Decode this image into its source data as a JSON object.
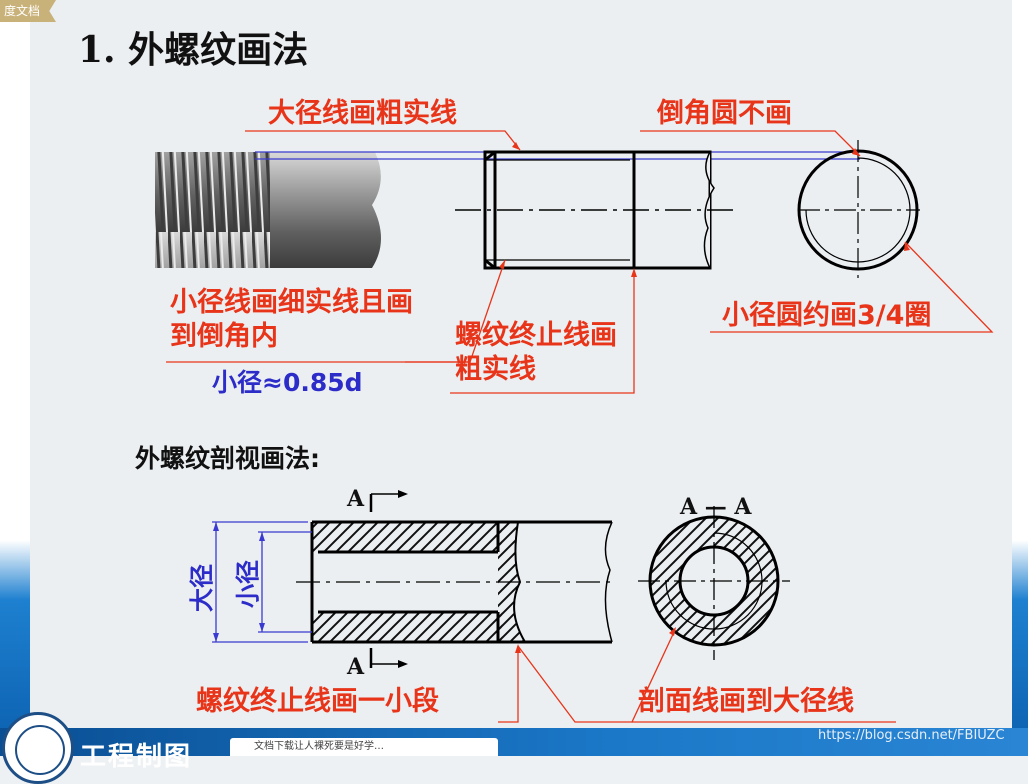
{
  "header": {
    "doc_tag": "度文档",
    "title": "1. 外螺纹画法"
  },
  "top_diagram": {
    "labels": {
      "major_dia": "大径线画粗实线",
      "chamfer": "倒角圆不画",
      "minor_line_1": "小径线画细实线且画",
      "minor_line_2": "到倒角内",
      "minor_formula": "小径≈0.85d",
      "thread_end_1": "螺纹终止线画",
      "thread_end_2": "粗实线",
      "minor_circle": "小径圆约画3/4圈"
    }
  },
  "section_diagram": {
    "heading": "外螺纹剖视画法:",
    "cut_letter": "A",
    "section_title": "A — A",
    "dim_major": "大径",
    "dim_minor": "小径",
    "label_thread_end": "螺纹终止线画一小段",
    "label_hatch": "剖面线画到大径线"
  },
  "footer": {
    "title": "工程制图",
    "tab_text": "文档下载让人裸死要是好学…",
    "watermark": "https://blog.csdn.net/FBIUZC"
  }
}
